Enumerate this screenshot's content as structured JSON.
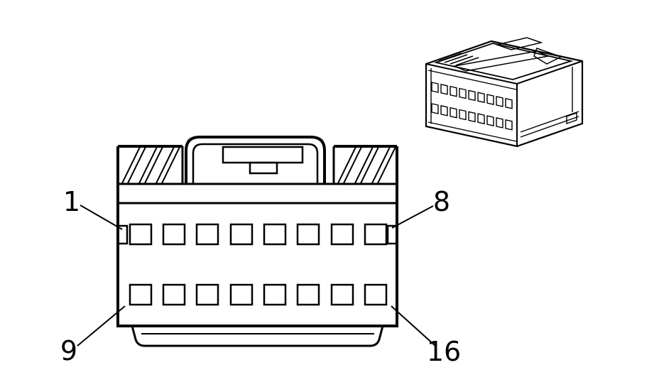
{
  "diagram": {
    "type": "electrical-connector-pinout",
    "front_view": {
      "pin_labels": [
        {
          "id": "pin-1",
          "position": "top-left",
          "text": "1"
        },
        {
          "id": "pin-8",
          "position": "top-right",
          "text": "8"
        },
        {
          "id": "pin-9",
          "position": "bottom-left",
          "text": "9"
        },
        {
          "id": "pin-16",
          "position": "bottom-right",
          "text": "16"
        }
      ],
      "rows": 2,
      "pins_per_row": 8
    },
    "colors": {
      "line": "#000000",
      "background": "#ffffff"
    }
  }
}
